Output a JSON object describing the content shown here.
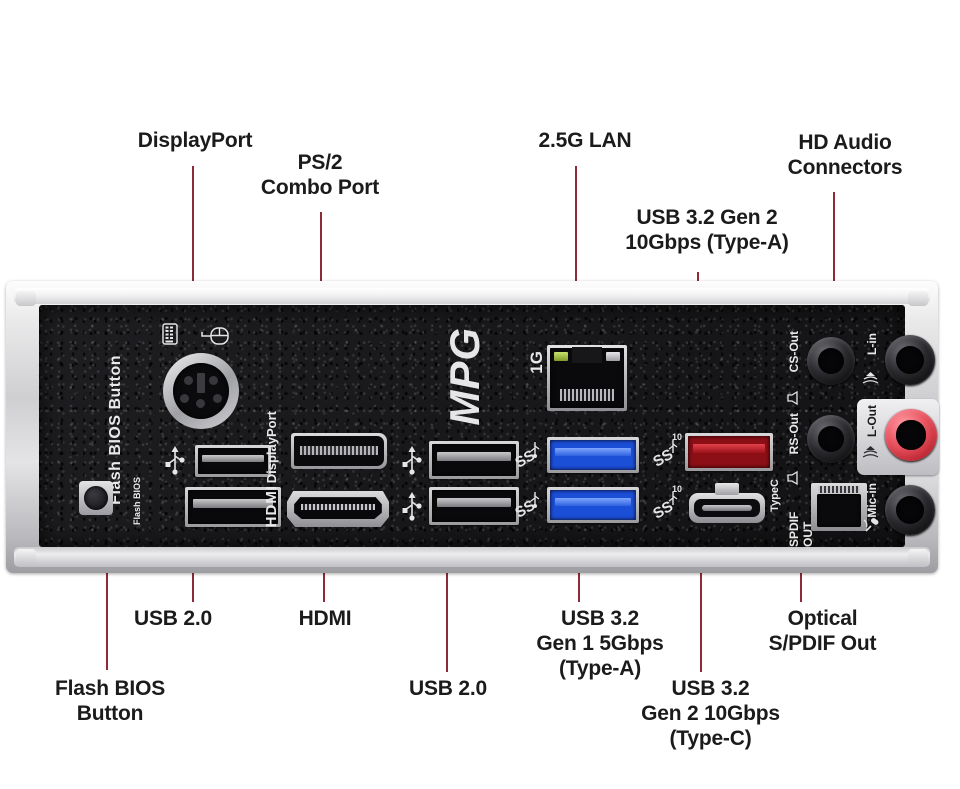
{
  "diagram": {
    "title": "MSI MPG motherboard rear I/O panel",
    "line_color": "#8d2b38",
    "panel_color": "#17171a",
    "silver_color": "#cfcfd2"
  },
  "callouts": [
    {
      "id": "displayport",
      "label": "DisplayPort"
    },
    {
      "id": "ps2",
      "label": "PS/2\nCombo Port"
    },
    {
      "id": "lan",
      "label": "2.5G LAN"
    },
    {
      "id": "usb32gen2a",
      "label": "USB 3.2 Gen 2\n10Gbps (Type-A)"
    },
    {
      "id": "hdaudio",
      "label": "HD Audio\nConnectors"
    },
    {
      "id": "flashbios",
      "label": "Flash BIOS\nButton"
    },
    {
      "id": "usb20left",
      "label": "USB 2.0"
    },
    {
      "id": "hdmi",
      "label": "HDMI"
    },
    {
      "id": "usb20mid",
      "label": "USB 2.0"
    },
    {
      "id": "usb32gen1",
      "label": "USB 3.2\nGen 1 5Gbps\n(Type-A)"
    },
    {
      "id": "usb32gen2c",
      "label": "USB 3.2\nGen 2 10Gbps\n(Type-C)"
    },
    {
      "id": "spdif",
      "label": "Optical\nS/PDIF Out"
    }
  ],
  "panel_labels": {
    "flash_bios_button": "Flash BIOS Button",
    "flash_bios_small": "Flash BIOS",
    "displayport": "DisplayPort",
    "hdmi": "HDMI",
    "brand": "MPG",
    "lan_speed": "1G",
    "cs_out": "CS-Out",
    "rs_out": "RS-Out",
    "spdif_out": "SPDIF OUT",
    "type_c": "TypeC",
    "line_in": "L-in",
    "line_out": "L-Out",
    "mic_in": "Mic-in",
    "ss_badge": "10"
  },
  "icons": {
    "keyboard": "keyboard-icon",
    "mouse": "mouse-icon",
    "usb": "usb-trident-icon",
    "superspeed": "usb-superspeed-icon",
    "speaker": "speaker-icon",
    "headphone": "headphone-icon",
    "microphone": "microphone-icon"
  }
}
